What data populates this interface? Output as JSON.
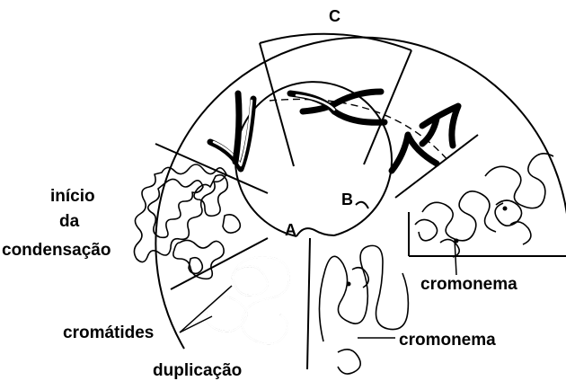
{
  "labels": {
    "top_letter": "C",
    "letter_b": "B",
    "letter_a": "A",
    "condensation_line1": "início",
    "condensation_line2": "da",
    "condensation_line3": "condensação",
    "chromatids": "cromátides",
    "duplication": "duplicação",
    "cromonema_right": "cromonema",
    "cromonema_bottom": "cromonema"
  }
}
